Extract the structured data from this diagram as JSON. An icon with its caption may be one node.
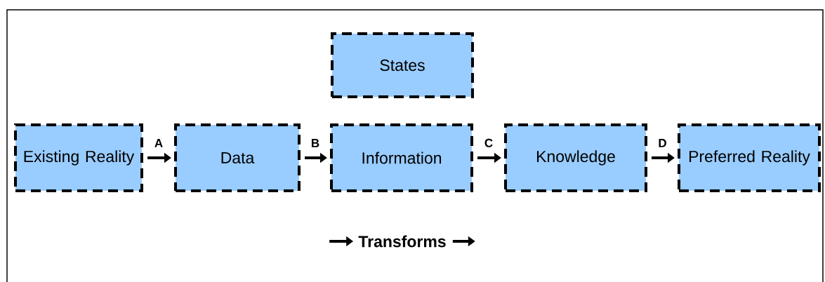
{
  "diagram": {
    "nodes": [
      {
        "text": [
          "States"
        ]
      },
      {
        "text": [
          "Existing Reality"
        ]
      },
      {
        "text": [
          "Data"
        ]
      },
      {
        "text": [
          "Information"
        ]
      },
      {
        "text": [
          "Knowledge"
        ]
      },
      {
        "text": [
          "Preferred Reality"
        ]
      }
    ],
    "edges": [
      {
        "from": 1,
        "to": 2,
        "arrow": "to",
        "label": "A"
      },
      {
        "from": 2,
        "to": 3,
        "arrow": "to",
        "label": "B"
      },
      {
        "from": 3,
        "to": 4,
        "arrow": "to",
        "label": "C"
      },
      {
        "from": 4,
        "to": 5,
        "arrow": "to",
        "label": "D"
      }
    ],
    "labels": [
      "Transforms"
    ]
  }
}
